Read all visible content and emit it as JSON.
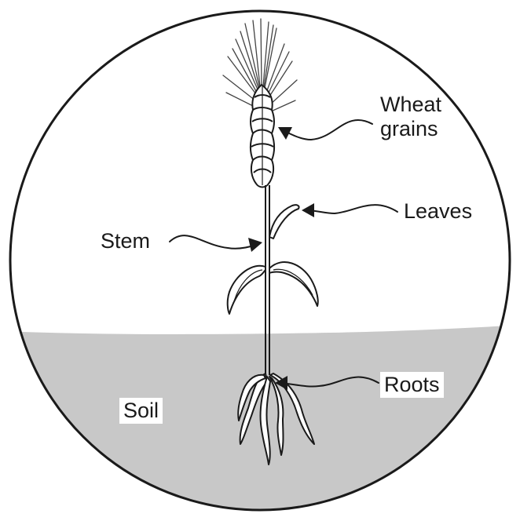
{
  "labels": {
    "wheat_grains_line1": "Wheat",
    "wheat_grains_line2": "grains",
    "leaves": "Leaves",
    "stem": "Stem",
    "roots": "Roots",
    "soil": "Soil"
  },
  "colors": {
    "soil": "#c8c8c8",
    "outline": "#1a1a1a",
    "background": "#ffffff"
  }
}
